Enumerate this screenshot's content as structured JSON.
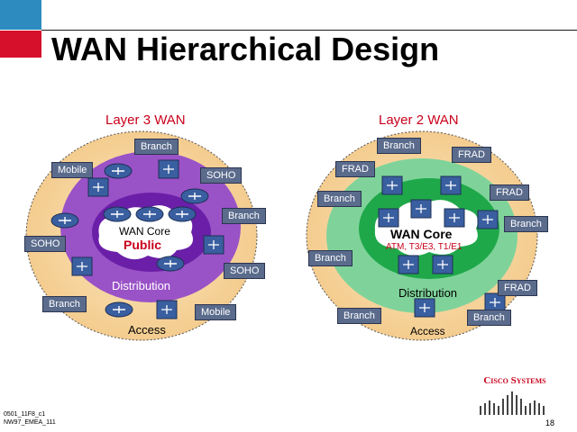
{
  "slide": {
    "title": "WAN Hierarchical Design",
    "footer_lines": [
      "0501_11F8_c1",
      "NW97_EMEA_111"
    ],
    "page_number": "18",
    "logo_text": "Cisco Systems"
  },
  "colors": {
    "accent_blue": "#2e8bbf",
    "accent_red": "#d6102b",
    "layer3_core": "#6b1fa8",
    "layer2_core": "#1fa84a",
    "router": "#3a5fa0"
  },
  "layer3": {
    "heading": "Layer 3 WAN",
    "core_label": "WAN Core",
    "core_sublabel": "Public",
    "distribution_label": "Distribution",
    "access_label": "Access",
    "tags": {
      "branch_top": "Branch",
      "mobile_left": "Mobile",
      "soho_top": "SOHO",
      "branch_mid": "Branch",
      "soho_left": "SOHO",
      "soho_bottom": "SOHO",
      "branch_bottom": "Branch",
      "mobile_bottom": "Mobile"
    }
  },
  "layer2": {
    "heading": "Layer 2 WAN",
    "core_label": "WAN Core",
    "core_sublabel": "ATM, T3/E3, T1/E1",
    "distribution_label": "Distribution",
    "access_label": "Access",
    "tags": {
      "branch_top": "Branch",
      "frad_top_right": "FRAD",
      "frad_left": "FRAD",
      "frad_right": "FRAD",
      "branch_left": "Branch",
      "branch_right": "Branch",
      "branch_mid": "Branch",
      "frad_bottom_right": "FRAD",
      "branch_bottom_left": "Branch",
      "branch_bottom_right": "Branch"
    }
  }
}
